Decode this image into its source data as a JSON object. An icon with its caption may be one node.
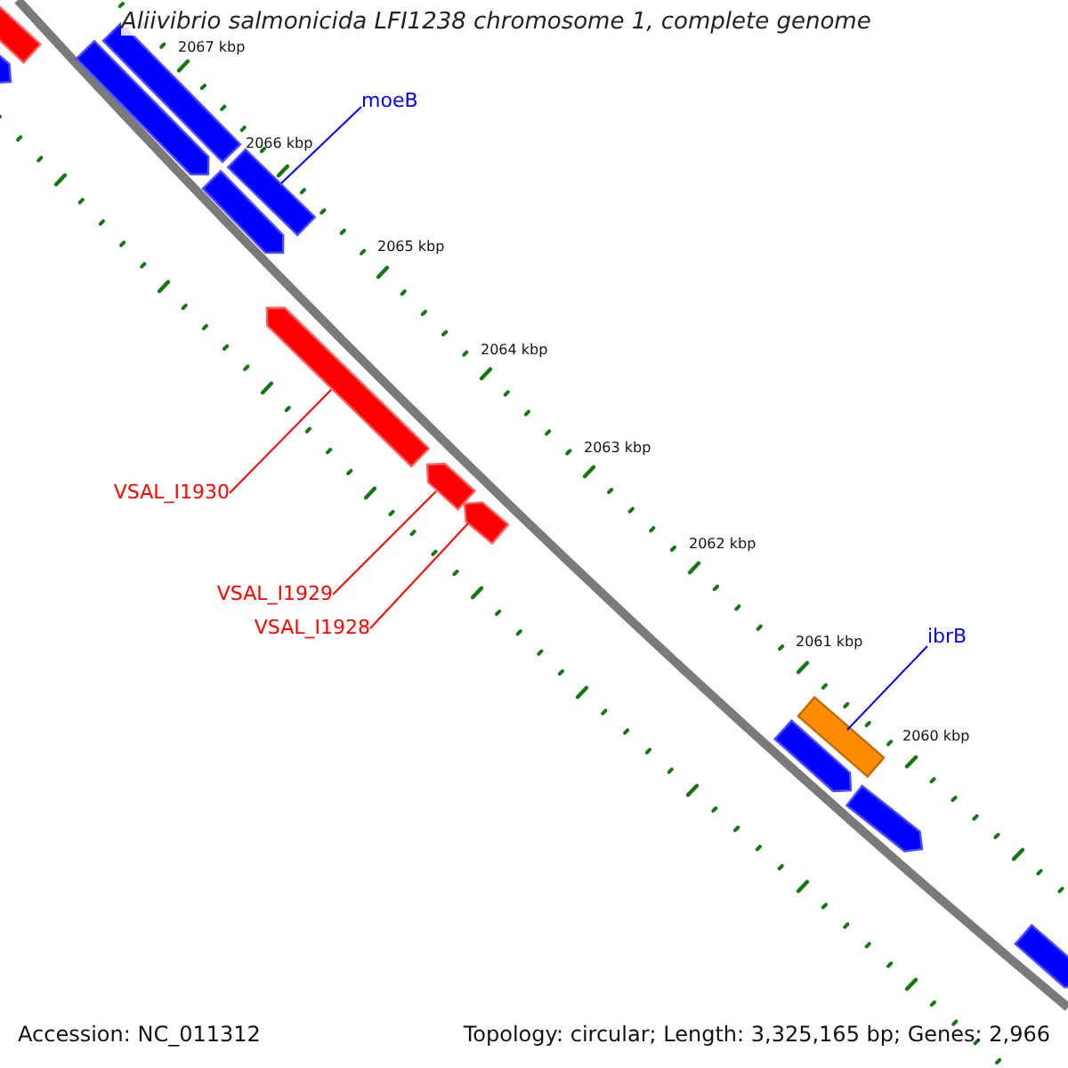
{
  "diagram": {
    "title": "Aliivibrio salmonicida LFI1238 chromosome 1, complete genome",
    "nodes": [
      {
        "text": [],
        "shape": "bar"
      },
      {
        "text": [],
        "shape": "bar"
      },
      {
        "text": [],
        "shape": "bar"
      },
      {
        "text": [],
        "shape": "bar"
      },
      {
        "text": [
          "moeB"
        ]
      },
      {
        "text": [],
        "shape": "bar"
      },
      {
        "text": [],
        "shape": "bar"
      },
      {
        "text": [
          "VSAL_I1930"
        ]
      },
      {
        "text": [],
        "shape": "bar"
      },
      {
        "text": [
          "VSAL_I1929"
        ]
      },
      {
        "text": [],
        "shape": "bar"
      },
      {
        "text": [
          "VSAL_I1928"
        ]
      },
      {
        "text": [],
        "shape": "bar"
      },
      {
        "text": [
          "ibrB"
        ]
      },
      {
        "text": [],
        "shape": "bar"
      },
      {
        "text": [],
        "shape": "bar"
      },
      {
        "text": [],
        "shape": "bar"
      },
      {
        "text": [],
        "shape": "bar"
      }
    ],
    "edges": [
      {
        "from": 4,
        "to": 5,
        "arrow": "none",
        "color": "#0000ff"
      },
      {
        "from": 7,
        "to": 8,
        "arrow": "none"
      },
      {
        "from": 9,
        "to": 10,
        "arrow": "none"
      },
      {
        "from": 11,
        "to": 12,
        "arrow": "none"
      },
      {
        "from": 13,
        "to": 14,
        "arrow": "none",
        "color": "#0000ff"
      }
    ],
    "labels": [
      "2067 kbp",
      "2066 kbp",
      "2065 kbp",
      "2064 kbp",
      "2063 kbp",
      "2062 kbp",
      "2061 kbp",
      "2060 kbp",
      "Accession: NC_011312",
      "Topology: circular; Length: 3,325,165 bp; Genes: 2,966"
    ]
  }
}
